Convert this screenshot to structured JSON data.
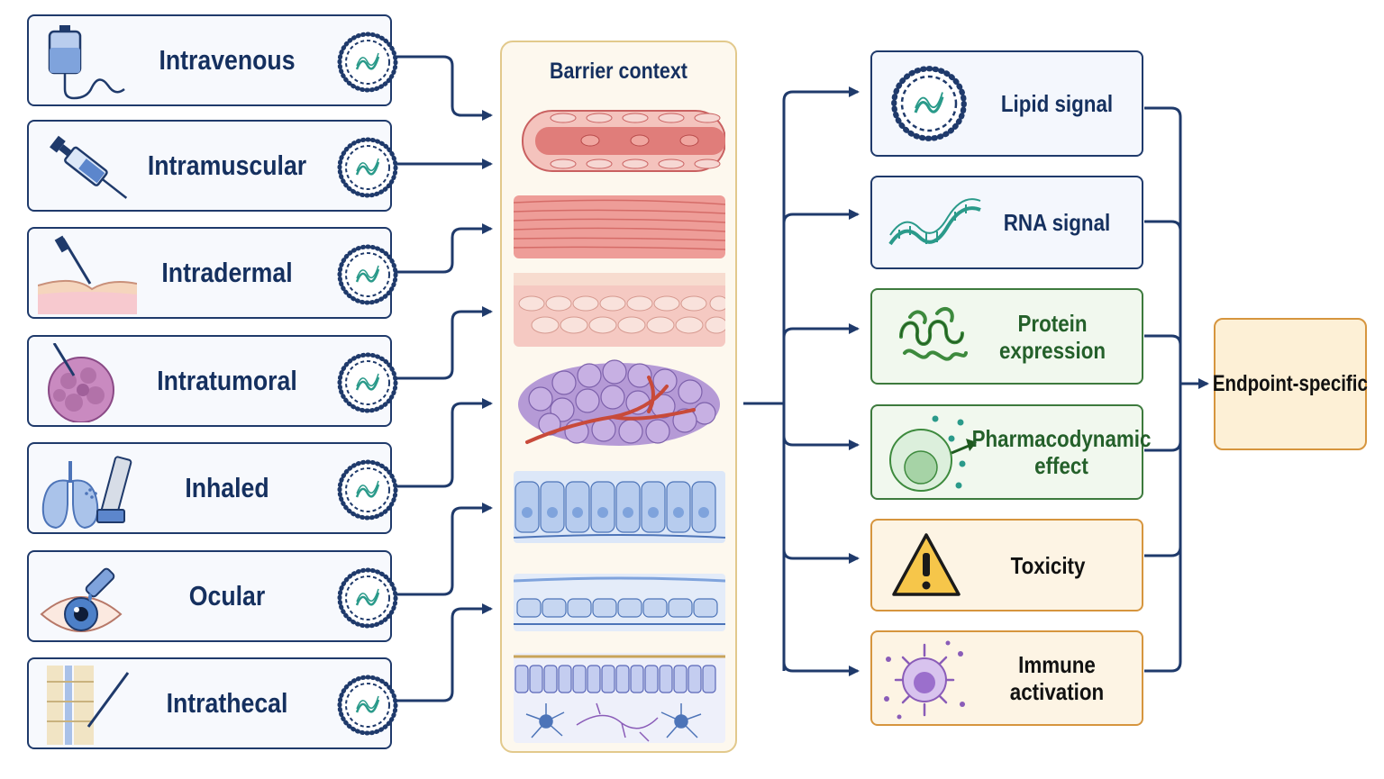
{
  "routes": [
    {
      "label": "Intravenous",
      "icon": "iv-bag-icon"
    },
    {
      "label": "Intramuscular",
      "icon": "syringe-icon"
    },
    {
      "label": "Intradermal",
      "icon": "skin-needle-icon"
    },
    {
      "label": "Intratumoral",
      "icon": "tumor-needle-icon"
    },
    {
      "label": "Inhaled",
      "icon": "lungs-inhaler-icon"
    },
    {
      "label": "Ocular",
      "icon": "eye-dropper-icon"
    },
    {
      "label": "Intrathecal",
      "icon": "spine-needle-icon"
    }
  ],
  "barrier": {
    "title": "Barrier context",
    "tissues": [
      "blood-vessel-endothelium",
      "muscle-fibers",
      "skin-layers",
      "tumor-tissue",
      "airway-epithelium",
      "corneal-epithelium",
      "neural-tissue"
    ]
  },
  "outcomes": [
    {
      "label": "Lipid signal",
      "icon": "lnp-icon",
      "color": "blue"
    },
    {
      "label": "RNA signal",
      "icon": "rna-strand-icon",
      "color": "blue"
    },
    {
      "label": "Protein\nexpression",
      "icon": "protein-icon",
      "color": "green"
    },
    {
      "label": "Pharmacodynamic\neffect",
      "icon": "cell-effect-icon",
      "color": "green"
    },
    {
      "label": "Toxicity",
      "icon": "warning-icon",
      "color": "orange"
    },
    {
      "label": "Immune activation",
      "icon": "immune-cell-icon",
      "color": "orange"
    }
  ],
  "endpoint": {
    "label": "Endpoint-specific"
  },
  "colors": {
    "navy": "#15305f",
    "blue_border": "#1f3a6b",
    "green_border": "#3d7a3d",
    "orange_border": "#d6953e",
    "barrier_border": "#e2c98c"
  }
}
